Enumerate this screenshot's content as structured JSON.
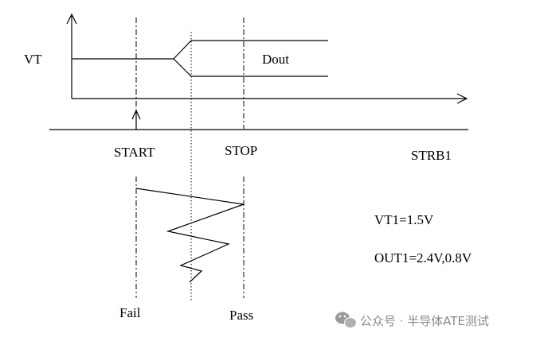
{
  "labels": {
    "vt": "VT",
    "dout": "Dout",
    "start": "START",
    "stop": "STOP",
    "strb": "STRB1",
    "vt1": "VT1=1.5V",
    "out1": "OUT1=2.4V,0.8V",
    "fail": "Fail",
    "pass": "Pass"
  },
  "watermark": {
    "text": "公众号 · 半导体ATE测试",
    "icon": "wechat-icon"
  },
  "colors": {
    "ink": "#000000",
    "watermark": "#8a8a8a"
  }
}
